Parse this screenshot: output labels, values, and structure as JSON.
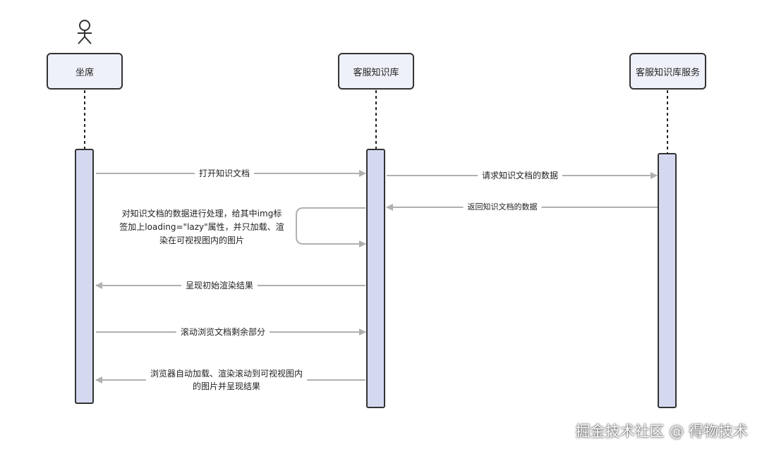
{
  "participants": [
    {
      "id": "agent",
      "label": "坐席",
      "actor": true
    },
    {
      "id": "kb",
      "label": "客服知识库",
      "actor": false
    },
    {
      "id": "kb_service",
      "label": "客服知识库服务",
      "actor": false
    }
  ],
  "messages": [
    {
      "from": "agent",
      "to": "kb",
      "label": "打开知识文档",
      "style": "solid"
    },
    {
      "from": "kb",
      "to": "kb_service",
      "label": "请求知识文档的数据",
      "style": "solid"
    },
    {
      "from": "kb_service",
      "to": "kb",
      "label": "返回知识文档的数据",
      "style": "return"
    },
    {
      "from": "kb",
      "to": "kb",
      "label": "对知识文档的数据进行处理，给其中img标\n签加上loading=\"lazy\"属性，并只加载、渲\n染在可视视图内的图片",
      "style": "self"
    },
    {
      "from": "kb",
      "to": "agent",
      "label": "呈现初始渲染结果",
      "style": "return"
    },
    {
      "from": "agent",
      "to": "kb",
      "label": "滚动浏览文档剩余部分",
      "style": "solid"
    },
    {
      "from": "kb",
      "to": "agent",
      "label": "浏览器自动加载、渲染滚动到可视视图内\n的图片并呈现结果",
      "style": "return"
    }
  ],
  "watermark": "掘金技术社区 @ 得物技术",
  "colors": {
    "activation_fill": "#d5d9f0",
    "participant_fill": "#eef1fa",
    "border": "#333333",
    "arrow": "#b0b0b0"
  }
}
